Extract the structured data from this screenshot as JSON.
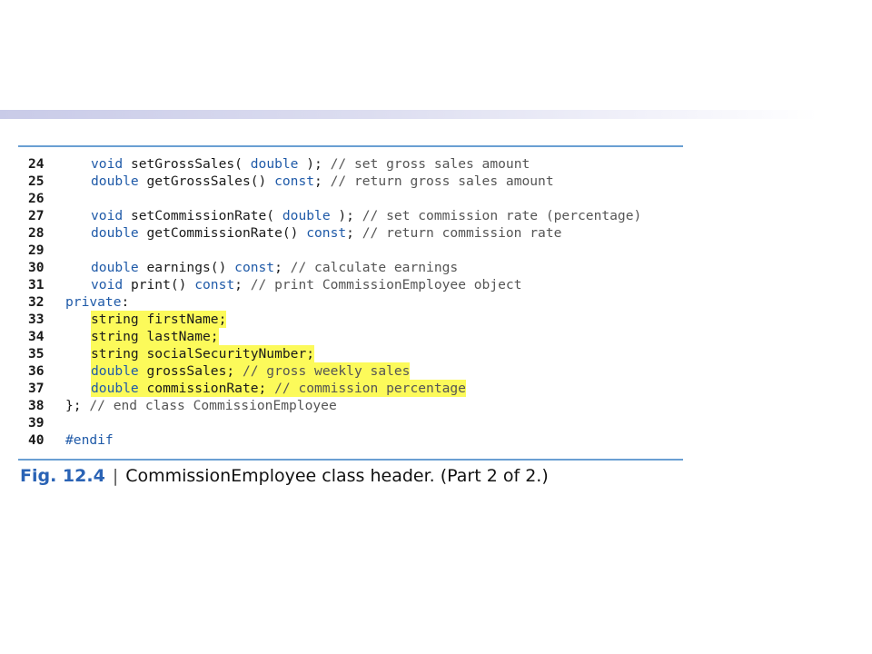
{
  "figure": {
    "label": "Fig. 12.4",
    "separator": "|",
    "caption": "CommissionEmployee class header. (Part 2 of 2.)"
  },
  "code_lines": [
    {
      "num": "24",
      "indent": 1,
      "highlight": false,
      "parts": [
        {
          "t": "void",
          "k": "kw"
        },
        {
          "t": " setGrossSales( ",
          "k": "code-text"
        },
        {
          "t": "double",
          "k": "kw"
        },
        {
          "t": " ); ",
          "k": "code-text"
        },
        {
          "t": "// set gross sales amount",
          "k": "cm"
        }
      ]
    },
    {
      "num": "25",
      "indent": 1,
      "highlight": false,
      "parts": [
        {
          "t": "double",
          "k": "kw"
        },
        {
          "t": " getGrossSales() ",
          "k": "code-text"
        },
        {
          "t": "const",
          "k": "kw"
        },
        {
          "t": "; ",
          "k": "code-text"
        },
        {
          "t": "// return gross sales amount",
          "k": "cm"
        }
      ]
    },
    {
      "num": "26",
      "indent": 1,
      "highlight": false,
      "parts": []
    },
    {
      "num": "27",
      "indent": 1,
      "highlight": false,
      "parts": [
        {
          "t": "void",
          "k": "kw"
        },
        {
          "t": " setCommissionRate( ",
          "k": "code-text"
        },
        {
          "t": "double",
          "k": "kw"
        },
        {
          "t": " ); ",
          "k": "code-text"
        },
        {
          "t": "// set commission rate (percentage)",
          "k": "cm"
        }
      ]
    },
    {
      "num": "28",
      "indent": 1,
      "highlight": false,
      "parts": [
        {
          "t": "double",
          "k": "kw"
        },
        {
          "t": " getCommissionRate() ",
          "k": "code-text"
        },
        {
          "t": "const",
          "k": "kw"
        },
        {
          "t": "; ",
          "k": "code-text"
        },
        {
          "t": "// return commission rate",
          "k": "cm"
        }
      ]
    },
    {
      "num": "29",
      "indent": 1,
      "highlight": false,
      "parts": []
    },
    {
      "num": "30",
      "indent": 1,
      "highlight": false,
      "parts": [
        {
          "t": "double",
          "k": "kw"
        },
        {
          "t": " earnings() ",
          "k": "code-text"
        },
        {
          "t": "const",
          "k": "kw"
        },
        {
          "t": "; ",
          "k": "code-text"
        },
        {
          "t": "// calculate earnings",
          "k": "cm"
        }
      ]
    },
    {
      "num": "31",
      "indent": 1,
      "highlight": false,
      "parts": [
        {
          "t": "void",
          "k": "kw"
        },
        {
          "t": " print() ",
          "k": "code-text"
        },
        {
          "t": "const",
          "k": "kw"
        },
        {
          "t": "; ",
          "k": "code-text"
        },
        {
          "t": "// print CommissionEmployee object",
          "k": "cm"
        }
      ]
    },
    {
      "num": "32",
      "indent": 0,
      "highlight": false,
      "parts": [
        {
          "t": "private",
          "k": "kw"
        },
        {
          "t": ":",
          "k": "code-text"
        }
      ]
    },
    {
      "num": "33",
      "indent": 1,
      "highlight": true,
      "parts": [
        {
          "t": "string firstName;",
          "k": "code-text"
        }
      ]
    },
    {
      "num": "34",
      "indent": 1,
      "highlight": true,
      "parts": [
        {
          "t": "string lastName;",
          "k": "code-text"
        }
      ]
    },
    {
      "num": "35",
      "indent": 1,
      "highlight": true,
      "parts": [
        {
          "t": "string socialSecurityNumber;",
          "k": "code-text"
        }
      ]
    },
    {
      "num": "36",
      "indent": 1,
      "highlight": true,
      "parts": [
        {
          "t": "double",
          "k": "kw"
        },
        {
          "t": " grossSales; ",
          "k": "code-text"
        },
        {
          "t": "// gross weekly sales",
          "k": "cm"
        }
      ]
    },
    {
      "num": "37",
      "indent": 1,
      "highlight": true,
      "parts": [
        {
          "t": "double",
          "k": "kw"
        },
        {
          "t": " commissionRate; ",
          "k": "code-text"
        },
        {
          "t": "// commission percentage",
          "k": "cm"
        }
      ]
    },
    {
      "num": "38",
      "indent": 0,
      "highlight": false,
      "parts": [
        {
          "t": "}; ",
          "k": "code-text"
        },
        {
          "t": "// end class CommissionEmployee",
          "k": "cm"
        }
      ]
    },
    {
      "num": "39",
      "indent": 0,
      "highlight": false,
      "parts": []
    },
    {
      "num": "40",
      "indent": 0,
      "highlight": false,
      "parts": [
        {
          "t": "#endif",
          "k": "kw"
        }
      ]
    }
  ]
}
